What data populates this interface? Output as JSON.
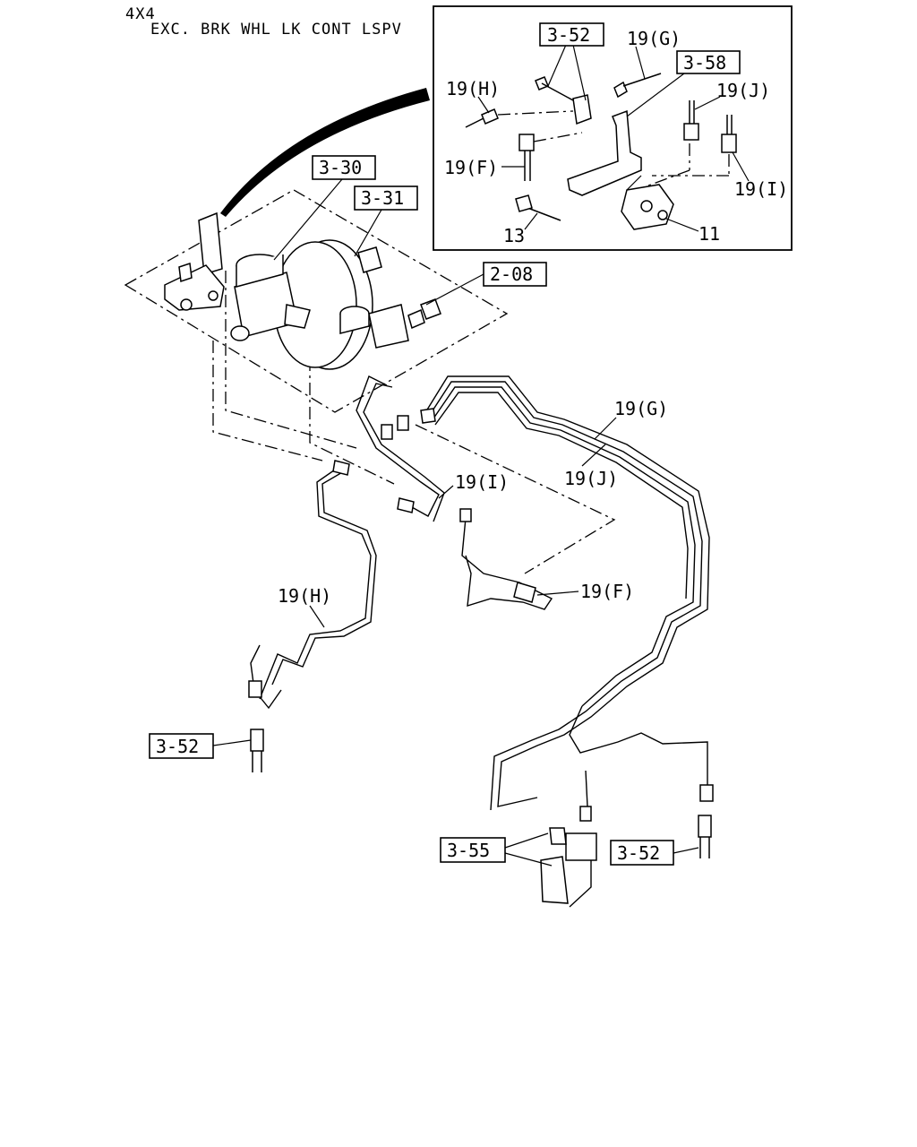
{
  "header": {
    "line1": "4X4",
    "line2": "EXC. BRK WHL LK CONT LSPV"
  },
  "ref_boxes": {
    "inset_3_52": "3-52",
    "inset_3_58": "3-58",
    "booster_3_30": "3-30",
    "booster_3_31": "3-31",
    "reservoir_2_08": "2-08",
    "left_3_52": "3-52",
    "bottom_3_55": "3-55",
    "right_3_52": "3-52"
  },
  "labels": {
    "inset_19g": "19(G)",
    "inset_19h": "19(H)",
    "inset_19j": "19(J)",
    "inset_19f": "19(F)",
    "inset_19i": "19(I)",
    "inset_13": "13",
    "inset_11": "11",
    "main_19g": "19(G)",
    "main_19j": "19(J)",
    "main_19i": "19(I)",
    "main_19h": "19(H)",
    "main_19f": "19(F)"
  }
}
